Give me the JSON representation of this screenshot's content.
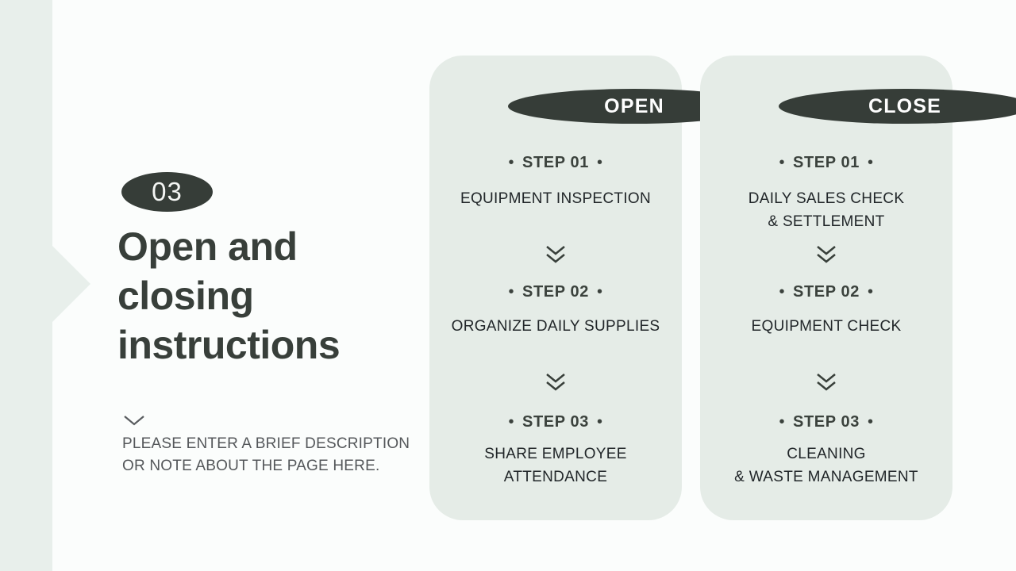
{
  "badge": {
    "number": "03"
  },
  "title": {
    "text": "Open and closing instructions",
    "lines": [
      "Open and",
      "closing",
      "instructions"
    ]
  },
  "description": {
    "text": "PLEASE ENTER A BRIEF DESCRIPTION OR NOTE ABOUT THE PAGE HERE.",
    "lines": [
      "PLEASE ENTER A BRIEF DESCRIPTION",
      "OR NOTE ABOUT THE PAGE HERE."
    ]
  },
  "ui": {
    "bullet": "•"
  },
  "icons": {
    "step_divider": "double-chevron-down",
    "description_marker": "chevron-down"
  },
  "colors": {
    "page_bg": "#fbfdfc",
    "accent_bar": "#e8efeb",
    "card_bg": "#e5ece7",
    "pill_bg": "#363d38",
    "pill_text": "#fefefe",
    "title_text": "#383f3a",
    "step_label_text": "#3b423d",
    "step_body_text": "#212629",
    "description_text": "#54575a"
  },
  "cards": [
    {
      "header": "OPEN",
      "steps": [
        {
          "label": "STEP 01",
          "lines": [
            "EQUIPMENT INSPECTION"
          ]
        },
        {
          "label": "STEP 02",
          "lines": [
            "ORGANIZE DAILY SUPPLIES"
          ]
        },
        {
          "label": "STEP 03",
          "lines": [
            "SHARE EMPLOYEE",
            "ATTENDANCE"
          ]
        }
      ]
    },
    {
      "header": "CLOSE",
      "steps": [
        {
          "label": "STEP 01",
          "lines": [
            "DAILY SALES CHECK",
            "& SETTLEMENT"
          ]
        },
        {
          "label": "STEP 02",
          "lines": [
            "EQUIPMENT CHECK"
          ]
        },
        {
          "label": "STEP 03",
          "lines": [
            "CLEANING",
            "& WASTE MANAGEMENT"
          ]
        }
      ]
    }
  ]
}
